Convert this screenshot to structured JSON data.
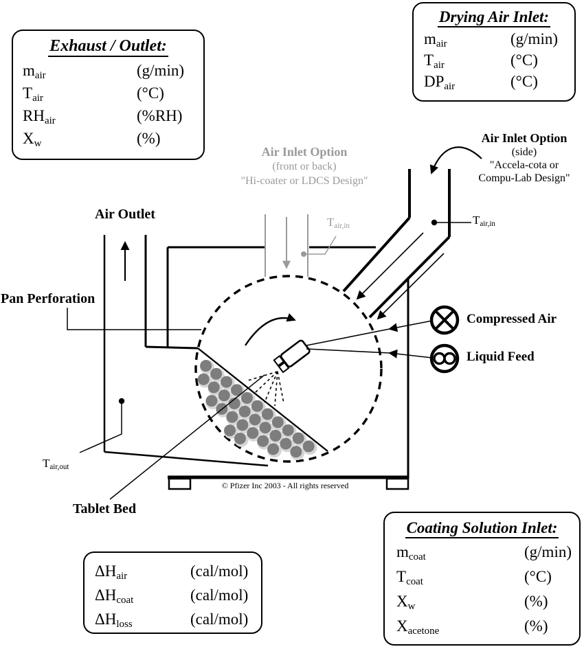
{
  "colors": {
    "ink": "#000000",
    "muted": "#9a9a9a",
    "tablet": "#7d7d7d",
    "halo": "#d6d6d6"
  },
  "boxes": {
    "exhaust": {
      "title": "Exhaust / Outlet:",
      "rows": [
        {
          "base": "m",
          "sub": "air",
          "unit": "(g/min)"
        },
        {
          "base": "T",
          "sub": "air",
          "unit": "(°C)"
        },
        {
          "base": "RH",
          "sub": "air",
          "unit": "(%RH)"
        },
        {
          "base": "X",
          "sub": "w",
          "unit": "(%)"
        }
      ]
    },
    "drying": {
      "title": "Drying Air Inlet:",
      "rows": [
        {
          "base": "m",
          "sub": "air",
          "unit": "(g/min)"
        },
        {
          "base": "T",
          "sub": "air",
          "unit": "(°C)"
        },
        {
          "base": "DP",
          "sub": "air",
          "unit": "(°C)"
        }
      ]
    },
    "coating": {
      "title": "Coating Solution Inlet:",
      "rows": [
        {
          "base": "m",
          "sub": "coat",
          "unit": "(g/min)"
        },
        {
          "base": "T",
          "sub": "coat",
          "unit": "(°C)"
        },
        {
          "base": "X",
          "sub": "w",
          "unit": "(%)"
        },
        {
          "base": "X",
          "sub": "acetone",
          "unit": "(%)"
        }
      ]
    },
    "enthalpy": {
      "rows": [
        {
          "base": "ΔH",
          "sub": "air",
          "unit": "(cal/mol)"
        },
        {
          "base": "ΔH",
          "sub": "coat",
          "unit": "(cal/mol)"
        },
        {
          "base": "ΔH",
          "sub": "loss",
          "unit": "(cal/mol)"
        }
      ]
    }
  },
  "labels": {
    "air_outlet": "Air Outlet",
    "pan_perforation": "Pan Perforation",
    "tablet_bed": "Tablet Bed",
    "compressed_air": "Compressed Air",
    "liquid_feed": "Liquid Feed",
    "copyright": "© Pfizer Inc 2003 - All rights reserved",
    "t_air_in_front": {
      "base": "T",
      "sub": "air,in"
    },
    "t_air_in_side": {
      "base": "T",
      "sub": "air,in"
    },
    "t_air_out": {
      "base": "T",
      "sub": "air,out"
    },
    "inlet_option_front": {
      "title": "Air Inlet Option",
      "position": "(front or back)",
      "design": "\"Hi-coater or LDCS Design\""
    },
    "inlet_option_side": {
      "title": "Air Inlet Option",
      "position": "(side)",
      "design_line1": "\"Accela-cota or",
      "design_line2": "Compu-Lab Design\""
    }
  }
}
